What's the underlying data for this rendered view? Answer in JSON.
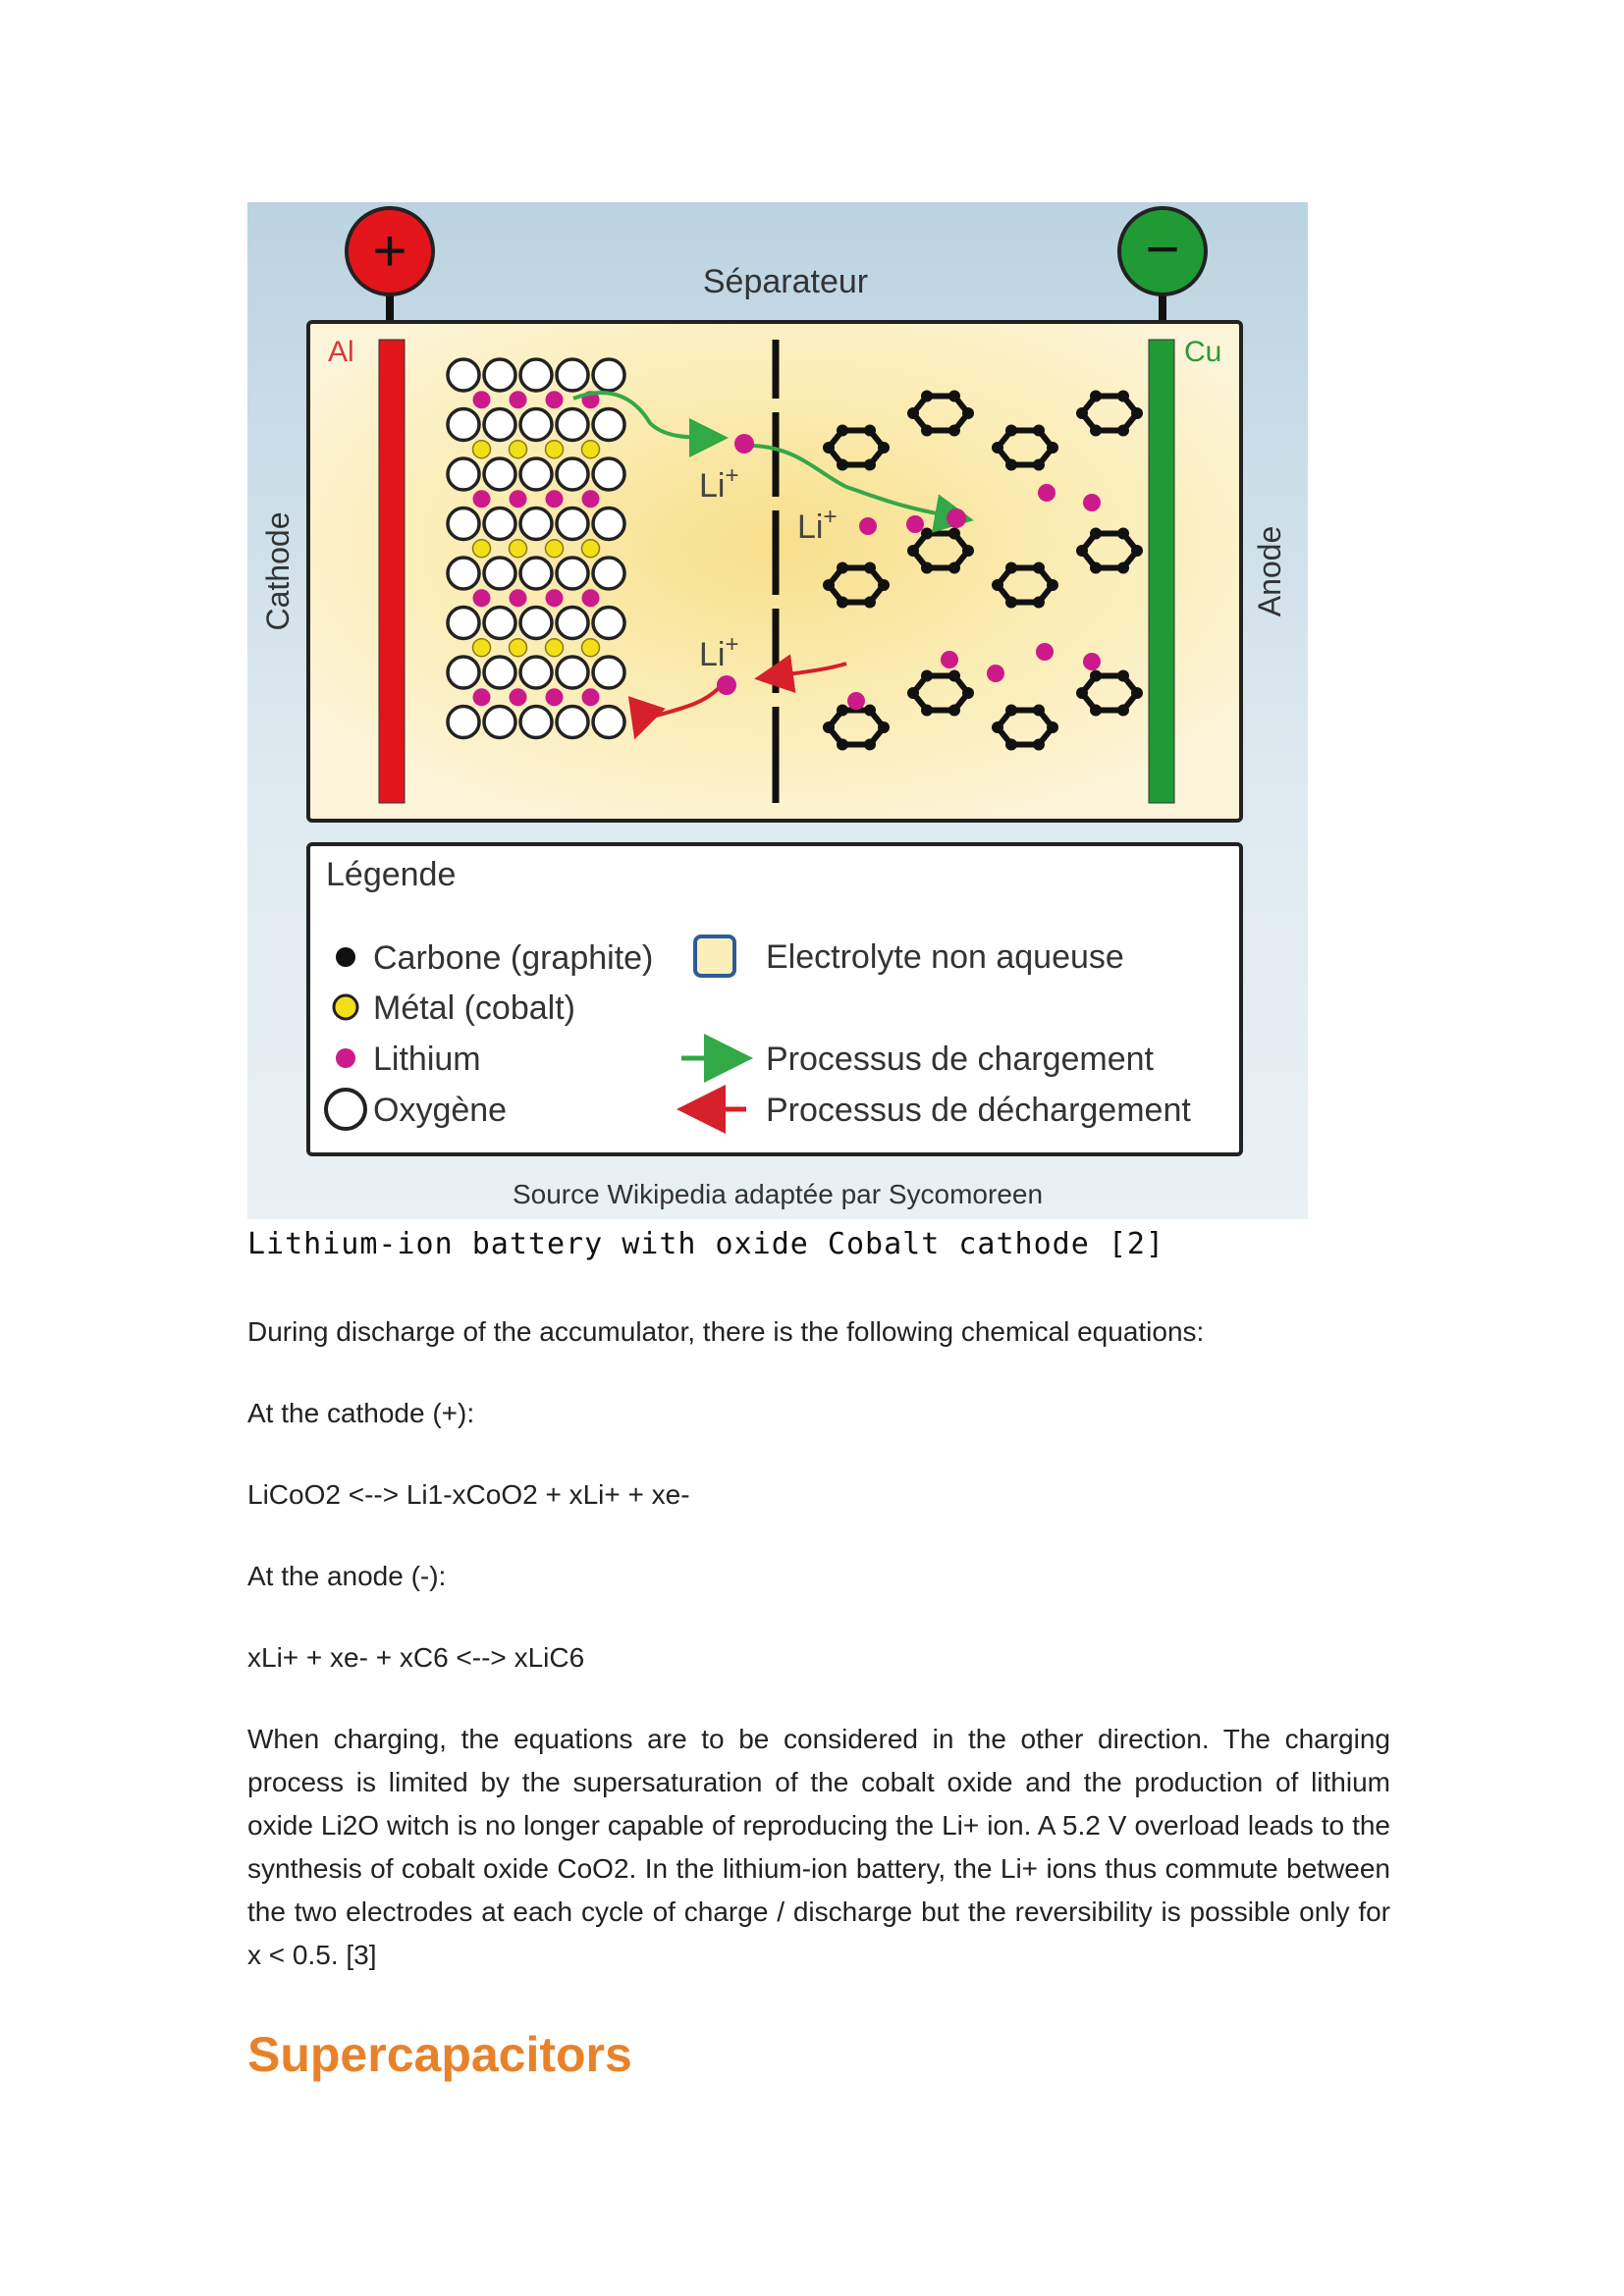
{
  "figure": {
    "labels": {
      "separator": "Séparateur",
      "cathode": "Cathode",
      "anode": "Anode",
      "cathode_metal": "Al",
      "anode_metal": "Cu",
      "plus": "+",
      "minus": "−",
      "li_ion_1": "Li",
      "li_ion_2": "Li",
      "li_ion_3": "Li",
      "ion_charge": "+"
    },
    "legend": {
      "title": "Légende",
      "items": [
        {
          "label": "Carbone (graphite)"
        },
        {
          "label": "Métal (cobalt)"
        },
        {
          "label": "Lithium"
        },
        {
          "label": "Oxygène"
        },
        {
          "label": "Electrolyte non aqueuse"
        },
        {
          "label": "Processus de chargement"
        },
        {
          "label": "Processus de déchargement"
        }
      ]
    },
    "source": "Source Wikipedia adaptée par Sycomoreen",
    "colors": {
      "positive": "#e2151b",
      "negative": "#1f9a35",
      "lithium": "#cc1a8a",
      "cobalt": "#f3df17",
      "charge_arrow": "#33a846",
      "discharge_arrow": "#d6202a",
      "electrolyte": "#fbf0c2",
      "background": "#c9dce7"
    }
  },
  "caption": "Lithium-ion battery with oxide Cobalt cathode [2]",
  "paragraphs": {
    "intro": "During discharge of the accumulator, there is the following chemical equations:",
    "cathode_label": "At the cathode (+):",
    "cathode_eq": "LiCoO2 <--> Li1-xCoO2 + xLi+ + xe-",
    "anode_label": "At the anode (-):",
    "anode_eq": "xLi+ + xe- + xC6 <--> xLiC6",
    "body": "When charging, the equations are to be considered in the other direction. The charging process is limited by the supersaturation of the cobalt oxide and the production of lithium oxide Li2O witch is no longer capable of reproducing the Li+ ion. A 5.2 V overload leads to the synthesis of cobalt oxide CoO2. In the lithium-ion battery, the Li+ ions thus commute between the two electrodes at each cycle of charge / discharge but the reversibility is possible only for x < 0.5. [3]"
  },
  "heading": "Supercapacitors"
}
